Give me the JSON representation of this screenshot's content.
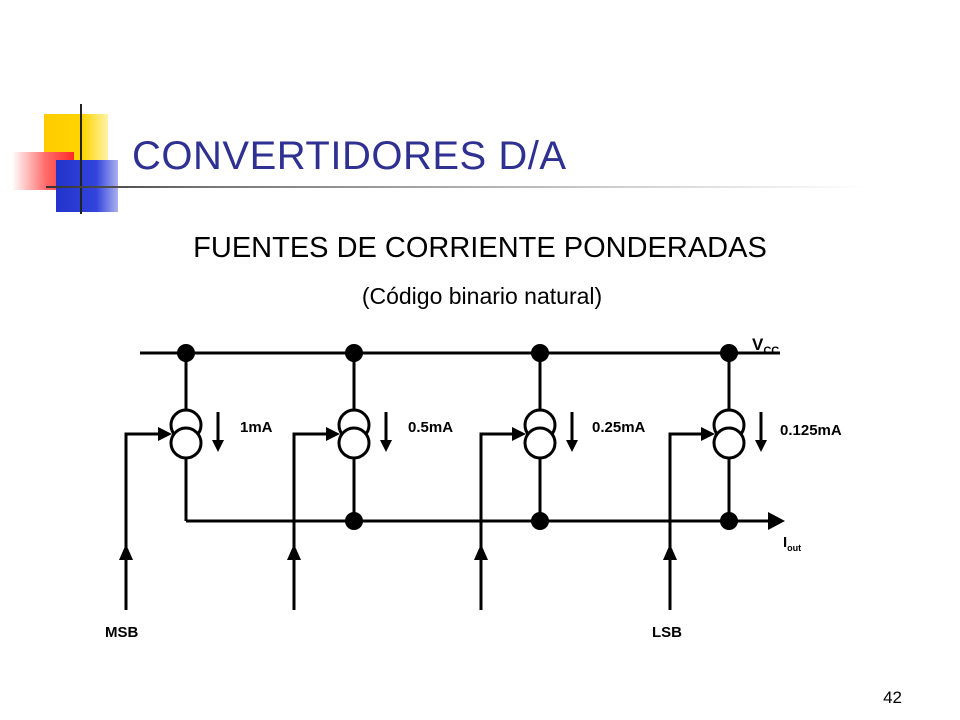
{
  "slide": {
    "title": "CONVERTIDORES D/A",
    "subtitle": "FUENTES DE CORRIENTE PONDERADAS",
    "subtitle2": "(Código binario natural)",
    "page_number": "42"
  },
  "circuit": {
    "supply_label": {
      "main": "V",
      "sub": "CC"
    },
    "output_label": {
      "main": "I",
      "sub": "out"
    },
    "sources": [
      {
        "current": "1mA"
      },
      {
        "current": "0.5mA"
      },
      {
        "current": "0.25mA"
      },
      {
        "current": "0.125mA"
      }
    ],
    "msb_label": "MSB",
    "lsb_label": "LSB"
  },
  "colors": {
    "title": "#2e3192",
    "accent_yellow": "#ffcc00",
    "accent_red": "#ff3333",
    "accent_blue": "#3344dd"
  }
}
